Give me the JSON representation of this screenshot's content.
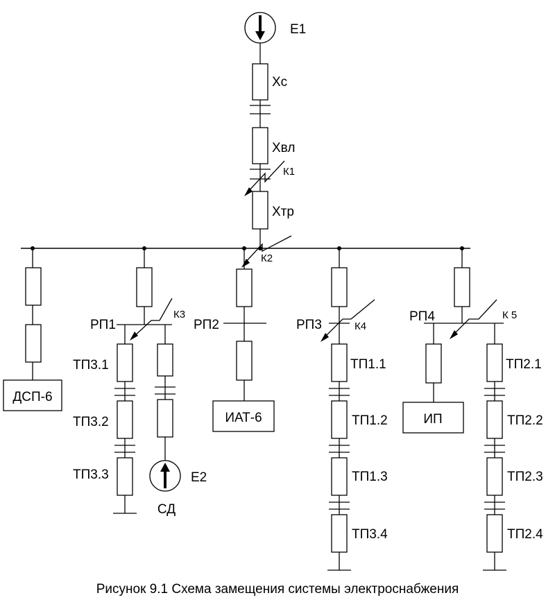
{
  "source_e1": "E1",
  "source_e2": "E2",
  "motor_label": "СД",
  "reactances": {
    "xc": "Xc",
    "xvl": "Xвл",
    "xtr": "Xтр"
  },
  "faults": {
    "k1": "К1",
    "k2": "К2",
    "k3": "К3",
    "k4": "К4",
    "k5": "К 5"
  },
  "distribution_points": {
    "rp1": "РП1",
    "rp2": "РП2",
    "rp3": "РП3",
    "rp4": "РП4"
  },
  "substations": {
    "tp31": "ТП3.1",
    "tp32": "ТП3.2",
    "tp33": "ТП3.3",
    "tp11": "ТП1.1",
    "tp12": "ТП1.2",
    "tp13": "ТП1.3",
    "tp34": "ТП3.4",
    "tp21": "ТП2.1",
    "tp22": "ТП2.2",
    "tp23": "ТП2.3",
    "tp24": "ТП2.4"
  },
  "loads": {
    "dsp6": "ДСП-6",
    "iat6": "ИАТ-6",
    "ip": "ИП"
  },
  "caption": "Рисунок 9.1  Схема замещения системы электроснабжения"
}
